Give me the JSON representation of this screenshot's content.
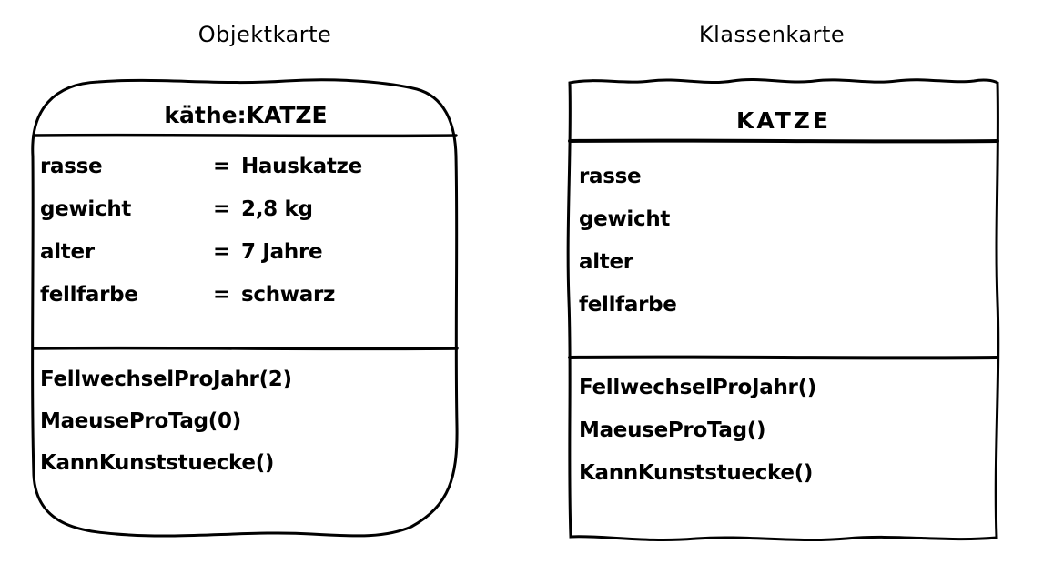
{
  "page": {
    "background_color": "#ffffff",
    "ink_color": "#000000"
  },
  "titles": {
    "object_card": "Objektkarte",
    "class_card": "Klassenkarte"
  },
  "object_card": {
    "header": "käthe:KATZE",
    "equals": "=",
    "attributes": [
      {
        "name": "rasse",
        "value": "Hauskatze"
      },
      {
        "name": "gewicht",
        "value": "2,8 kg"
      },
      {
        "name": "alter",
        "value": "7 Jahre"
      },
      {
        "name": "fellfarbe",
        "value": "schwarz"
      }
    ],
    "methods": [
      "FellwechselProJahr(2)",
      "MaeuseProTag(0)",
      "KannKunststuecke()"
    ]
  },
  "class_card": {
    "header": "KATZE",
    "attributes": [
      "rasse",
      "gewicht",
      "alter",
      "fellfarbe"
    ],
    "methods": [
      "FellwechselProJahr()",
      "MaeuseProTag()",
      "KannKunststuecke()"
    ]
  }
}
